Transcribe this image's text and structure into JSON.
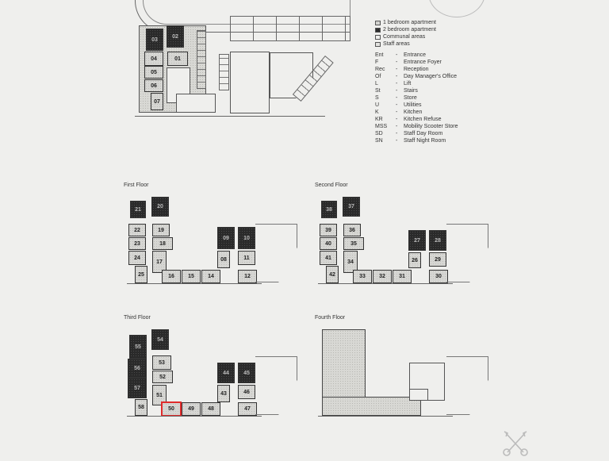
{
  "legend": {
    "types": [
      {
        "label": "1 bedroom apartment",
        "swatch": "one"
      },
      {
        "label": "2 bedroom apartment",
        "swatch": "two"
      },
      {
        "label": "Communal areas",
        "swatch": "communal"
      },
      {
        "label": "Staff areas",
        "swatch": "staff"
      }
    ],
    "abbreviations": [
      {
        "key": "Ent",
        "desc": "Entrance"
      },
      {
        "key": "F",
        "desc": "Entrance Foyer"
      },
      {
        "key": "Rec",
        "desc": "Reception"
      },
      {
        "key": "Of",
        "desc": "Day Manager's Office"
      },
      {
        "key": "L",
        "desc": "Lift"
      },
      {
        "key": "St",
        "desc": "Stairs"
      },
      {
        "key": "S",
        "desc": "Store"
      },
      {
        "key": "U",
        "desc": "Utilities"
      },
      {
        "key": "K",
        "desc": "Kitchen"
      },
      {
        "key": "KR",
        "desc": "Kitchen Refuse"
      },
      {
        "key": "MSS",
        "desc": "Mobility Scooter Store"
      },
      {
        "key": "SD",
        "desc": "Staff Day Room"
      },
      {
        "key": "SN",
        "desc": "Staff Night Room"
      }
    ],
    "separator": "-"
  },
  "ground": {
    "units": [
      "03",
      "02",
      "04",
      "01",
      "05",
      "06",
      "07"
    ]
  },
  "floors": {
    "first": {
      "title": "First Floor",
      "units": [
        "21",
        "20",
        "22",
        "19",
        "23",
        "18",
        "24",
        "17",
        "25",
        "16",
        "15",
        "14",
        "09",
        "10",
        "08",
        "11",
        "12"
      ]
    },
    "second": {
      "title": "Second Floor",
      "units": [
        "38",
        "37",
        "39",
        "36",
        "40",
        "35",
        "41",
        "34",
        "42",
        "33",
        "32",
        "31",
        "27",
        "28",
        "26",
        "29",
        "30"
      ]
    },
    "third": {
      "title": "Third Floor",
      "units": [
        "55",
        "54",
        "56",
        "53",
        "57",
        "52",
        "51",
        "58",
        "50",
        "49",
        "48",
        "44",
        "45",
        "43",
        "46",
        "47"
      ],
      "highlighted": "50",
      "highlight_color": "#e02b2b"
    },
    "fourth": {
      "title": "Fourth Floor"
    }
  },
  "logo": {
    "icon": "crossed-keys-icon"
  }
}
